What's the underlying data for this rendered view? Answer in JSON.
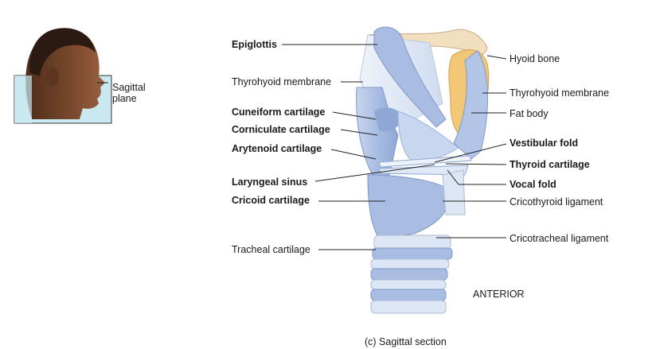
{
  "inset": {
    "plane_label_line1": "Sagittal",
    "plane_label_line2": "plane"
  },
  "labels": {
    "epiglottis": "Epiglottis",
    "thyrohyoid_membrane_left": "Thyrohyoid membrane",
    "cuneiform_cartilage": "Cuneiform cartilage",
    "corniculate_cartilage": "Corniculate cartilage",
    "arytenoid_cartilage": "Arytenoid cartilage",
    "laryngeal_sinus": "Laryngeal sinus",
    "cricoid_cartilage": "Cricoid cartilage",
    "tracheal_cartilage": "Tracheal cartilage",
    "hyoid_bone": "Hyoid bone",
    "thyrohyoid_membrane_right": "Thyrohyoid membrane",
    "fat_body": "Fat body",
    "vestibular_fold": "Vestibular fold",
    "thyroid_cartilage": "Thyroid cartilage",
    "vocal_fold": "Vocal fold",
    "cricothyroid_ligament": "Cricothyroid ligament",
    "cricotracheal_ligament": "Cricotracheal ligament"
  },
  "orientation": "ANTERIOR",
  "caption": "(c) Sagittal section",
  "colors": {
    "cartilage": "#b3c5e6",
    "cartilage_dark": "#8ea7d4",
    "membrane": "#dde6f4",
    "hyoid": "#f2dfc0",
    "fat": "#f2c877",
    "skin": "#7a4a2e",
    "plane": "#c9e8ef"
  }
}
